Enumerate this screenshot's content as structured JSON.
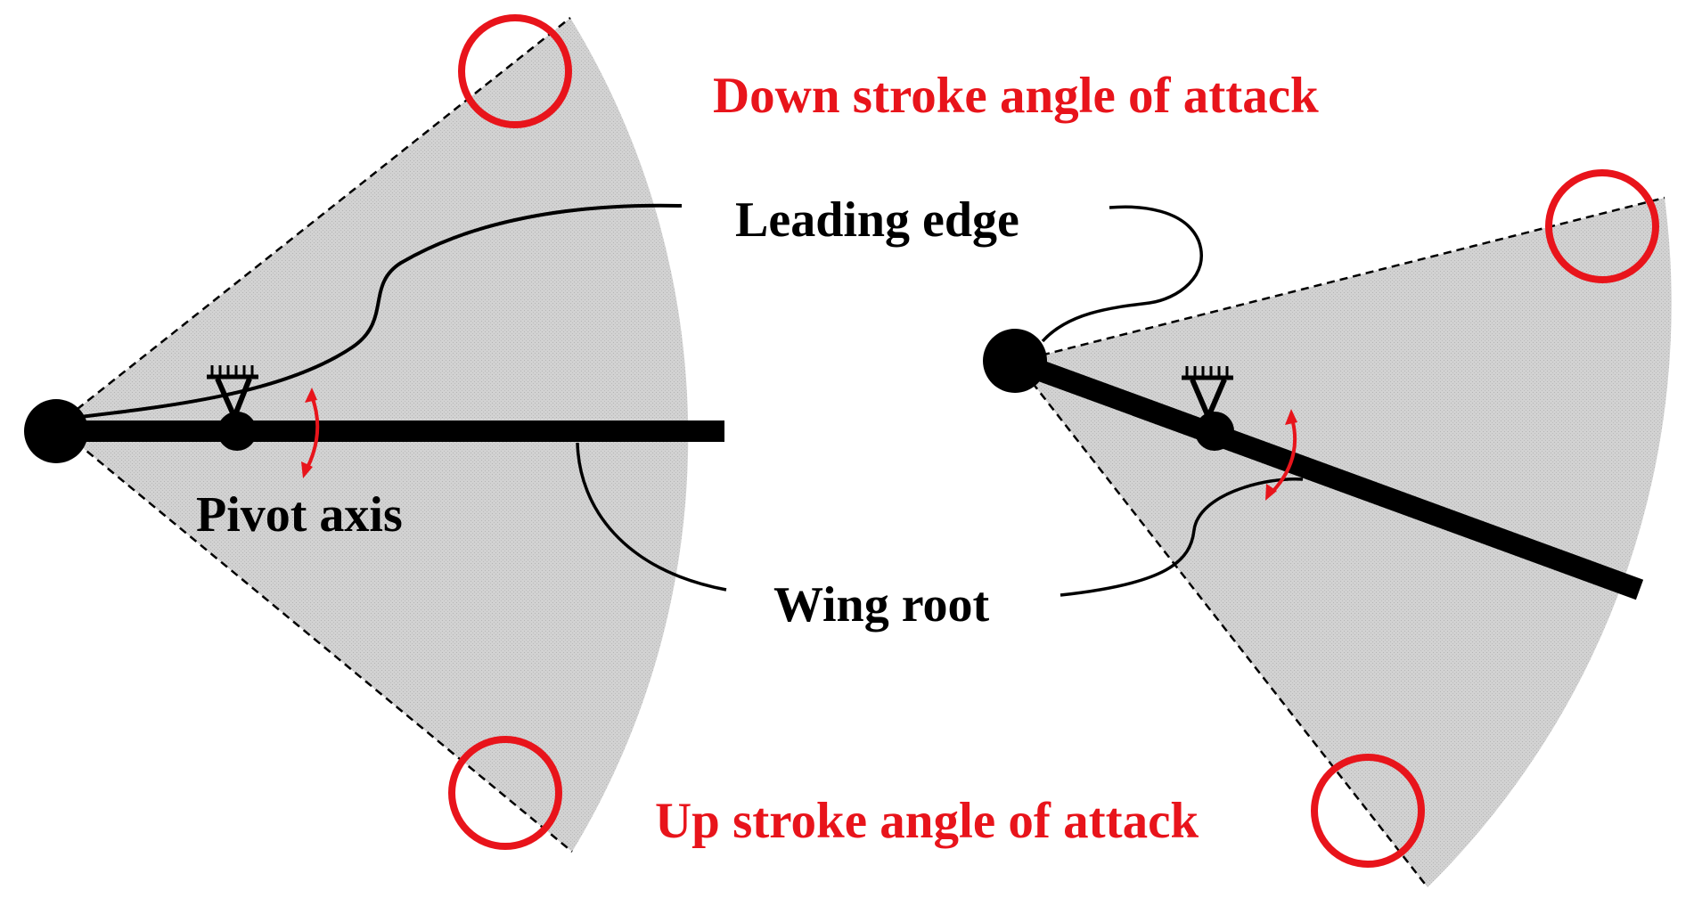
{
  "labels": {
    "down_stroke": "Down stroke angle of attack",
    "up_stroke": "Up stroke angle of attack",
    "leading_edge": "Leading edge",
    "wing_root": "Wing root",
    "pivot_axis": "Pivot axis"
  },
  "colors": {
    "highlight": "#e8141b",
    "sector_fill": "#cfcfcf",
    "ink": "#000000"
  }
}
